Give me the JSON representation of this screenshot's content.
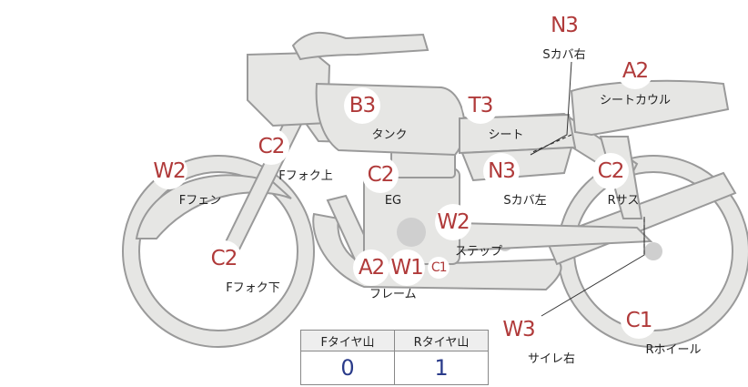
{
  "parts": {
    "s_cover_right": {
      "code": "N3",
      "label": "Sカバ右"
    },
    "seat_cowl": {
      "code": "A2",
      "label": "シートカウル"
    },
    "tank": {
      "code": "B3",
      "label": "タンク"
    },
    "seat": {
      "code": "T3",
      "label": "シート"
    },
    "f_fork_upper": {
      "code": "C2",
      "label": "Fフォク上"
    },
    "engine": {
      "code": "C2",
      "label": "EG"
    },
    "s_cover_left": {
      "code": "N3",
      "label": "Sカバ左"
    },
    "r_suspension": {
      "code": "C2",
      "label": "Rサス"
    },
    "f_fender": {
      "code": "W2",
      "label": "Fフェン"
    },
    "step": {
      "code": "W2",
      "label": "ステップ"
    },
    "f_fork_lower": {
      "code": "C2",
      "label": "Fフォク下"
    },
    "frame": {
      "codes": [
        "A2",
        "W1"
      ],
      "small_code": "C1",
      "label": "フレーム"
    },
    "muffler_right": {
      "code": "W3",
      "label": "サイレ右"
    },
    "r_wheel": {
      "code": "C1",
      "label": "Rホイール"
    }
  },
  "tread_table": {
    "headers": [
      "Fタイヤ山",
      "Rタイヤ山"
    ],
    "values": [
      "0",
      "1"
    ]
  }
}
